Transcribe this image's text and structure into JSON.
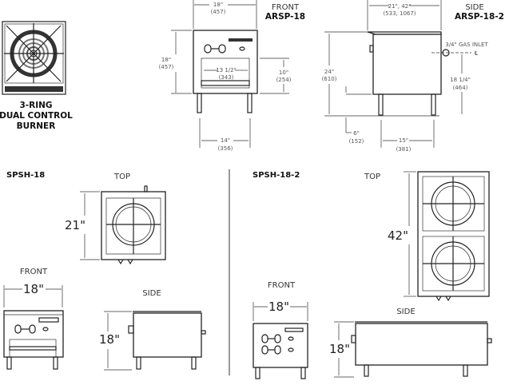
{
  "burner": {
    "lines": [
      "3-RING",
      "DUAL CONTROL",
      "BURNER"
    ]
  },
  "arsp18_front": {
    "view": "FRONT",
    "model": "ARSP-18",
    "width": "18\"",
    "width_mm": "(457)",
    "height": "18\"",
    "height_mm": "(457)",
    "opening": "13 1/2\"",
    "opening_mm": "(343)",
    "opening_h": "10\"",
    "opening_h_mm": "(254)",
    "legs": "14\"",
    "legs_mm": "(356)"
  },
  "arsp18_side": {
    "view": "SIDE",
    "model": "ARSP-18-2",
    "depth": "21\", 42\"",
    "depth_mm": "(533, 1067)",
    "height": "24\"",
    "height_mm": "(610)",
    "gas_inlet": "3/4\" GAS INLET",
    "centerline": "℄",
    "inlet_h": "18 1/4\"",
    "inlet_h_mm": "(464)",
    "leg_h": "6\"",
    "leg_h_mm": "(152)",
    "legs": "15\"",
    "legs_mm": "(381)"
  },
  "spsh18": {
    "model": "SPSH-18",
    "top": "TOP",
    "top_dim": "21\"",
    "front": "FRONT",
    "front_dim": "18\"",
    "side": "SIDE",
    "side_dim": "18\""
  },
  "spsh18_2": {
    "model": "SPSH-18-2",
    "top": "TOP",
    "top_dim": "42\"",
    "front": "FRONT",
    "front_dim": "18\"",
    "side": "SIDE",
    "side_dim": "18\""
  }
}
